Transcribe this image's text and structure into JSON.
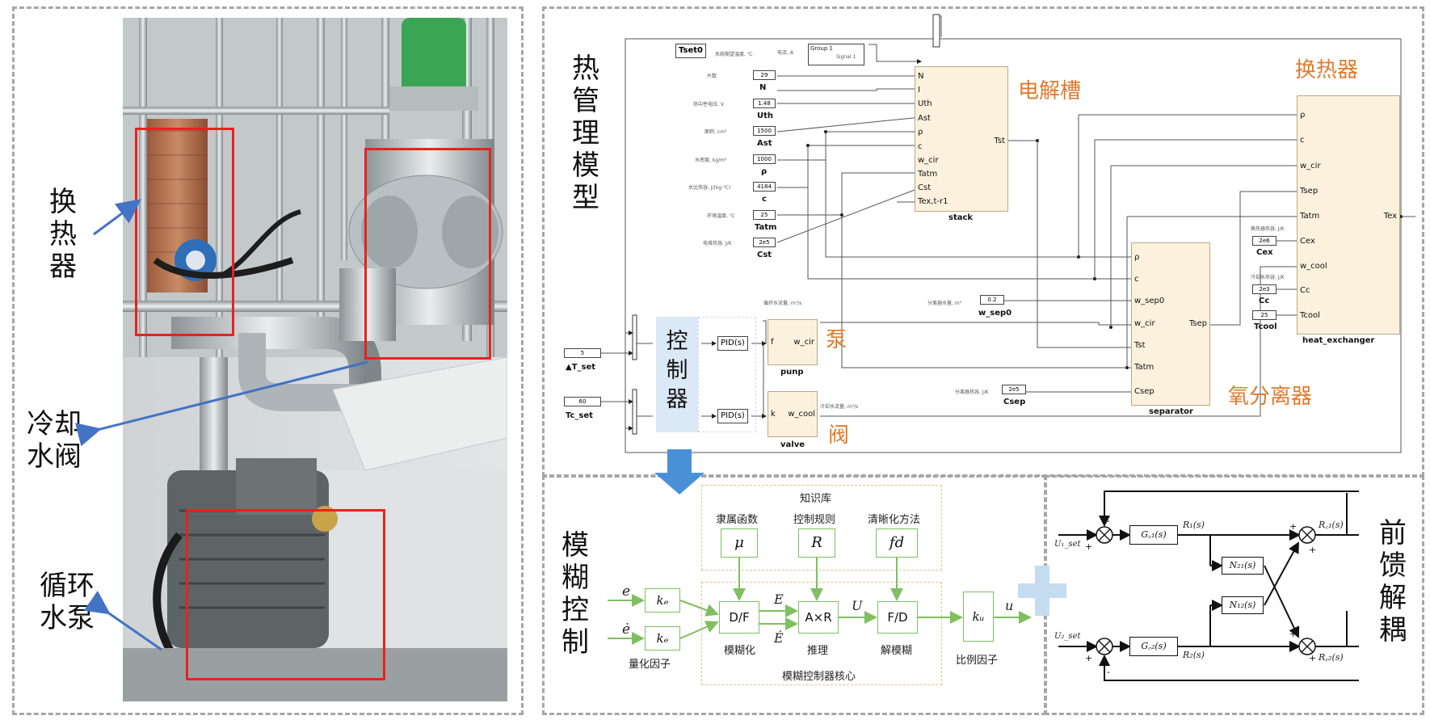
{
  "left_panel": {
    "labels": [
      {
        "id": "hx",
        "text": "换\n热\n器"
      },
      {
        "id": "valve",
        "text": "冷却\n水阀"
      },
      {
        "id": "pump",
        "text": "循环\n水泵"
      }
    ]
  },
  "thermal_model": {
    "title": "热\n管\n理\n模\n型",
    "top_block": "Tset0",
    "top_block_note": "系统期望温度, ℃",
    "current_note": "电流, A",
    "group_label": "Group 1",
    "signal_label": "Signal 1",
    "constants": [
      {
        "note": "片数",
        "value": "29",
        "name": "N"
      },
      {
        "note": "热中性电压, V",
        "value": "1.48",
        "name": "Uth"
      },
      {
        "note": "面积, cm²",
        "value": "1500",
        "name": "Ast"
      },
      {
        "note": "水密度, kg/m³",
        "value": "1000",
        "name": "ρ"
      },
      {
        "note": "水比热容, J/(kg·℃)",
        "value": "4184",
        "name": "c"
      },
      {
        "note": "环境温度, ℃",
        "value": "25",
        "name": "Tatm"
      },
      {
        "note": "电堆热容, J/K",
        "value": "2e5",
        "name": "Cst"
      }
    ],
    "stack": {
      "label": "电解槽",
      "name": "stack",
      "inputs": [
        "N",
        "I",
        "Uth",
        "Ast",
        "ρ",
        "c",
        "w_cir",
        "Tatm",
        "Cst",
        "Tex,t-r1"
      ],
      "output": "Tst"
    },
    "heat_exchanger": {
      "label": "换热器",
      "name": "heat_exchanger",
      "inputs": [
        "ρ",
        "c",
        "w_cir",
        "Tsep",
        "Tatm",
        "Cex",
        "w_cool",
        "Cc",
        "Tcool"
      ],
      "output": "Tex"
    },
    "separator": {
      "label": "氧分离器",
      "name": "separator",
      "inputs": [
        "ρ",
        "c",
        "w_sep0",
        "w_cir",
        "Tst",
        "Tatm",
        "Csep"
      ],
      "output": "Tsep"
    },
    "hx_constants": [
      {
        "note": "换热器热容, J/K",
        "value": "2e6",
        "name": "Cex"
      },
      {
        "note": "冷却水热容, J/K",
        "value": "2e3",
        "name": "Cc"
      },
      {
        "note": "",
        "value": "25",
        "name": "Tcool"
      }
    ],
    "w_sep0": {
      "note": "分离器水量, m³",
      "value": "0.2",
      "name": "w_sep0"
    },
    "csep": {
      "note": "分离器热容, J/K",
      "value": "2e5",
      "name": "Csep"
    },
    "circulation_note": "循环水流量, m³/s",
    "cooling_note": "冷却水流量, m³/s",
    "pump": {
      "label": "泵",
      "name": "punp",
      "in": "f",
      "out": "w_cir"
    },
    "valve": {
      "label": "阀",
      "name": "valve",
      "in": "k",
      "out": "w_cool"
    },
    "pid_label": "PID(s)",
    "controller_label": "控\n制\n器",
    "t_set": {
      "value": "5",
      "name": "▲T_set"
    },
    "tc_set": {
      "value": "60",
      "name": "Tc_set"
    }
  },
  "fuzzy": {
    "title": "模\n糊\n控\n制",
    "knowledge_base": "知识库",
    "membership": "隶属函数",
    "rules": "控制规则",
    "defuzz_method": "清晰化方法",
    "mu": "μ",
    "R": "R",
    "fd": "fd",
    "e": "e",
    "e_dot": "ė",
    "ke": "kₑ",
    "df": "D/F",
    "axr": "A×R",
    "fd_block": "F/D",
    "ku": "kᵤ",
    "E": "E",
    "E_dot": "Ė",
    "U": "U",
    "u": "u",
    "quant_factor": "量化因子",
    "fuzzify": "模糊化",
    "inference": "推理",
    "defuzzify": "解模糊",
    "scale_factor": "比例因子",
    "core": "模糊控制器核心"
  },
  "decoupling": {
    "title": "前\n馈\n解\n耦",
    "u1": "U₁_set",
    "u2": "U₂_set",
    "gc1": "G꜀₁(s)",
    "gc2": "G꜀₂(s)",
    "n21": "N₂₁(s)",
    "n12": "N₁₂(s)",
    "r1": "R₁(s)",
    "r2": "R₂(s)",
    "rc1": "R꜀₁(s)",
    "rc2": "R꜀₂(s)"
  },
  "colors": {
    "orange": "#e07a2d",
    "red": "#e8221d",
    "blue": "#4472c4",
    "green": "#7fbf5f",
    "controller_bg": "#dbe8f5",
    "block_bg": "#fbf1dd"
  }
}
